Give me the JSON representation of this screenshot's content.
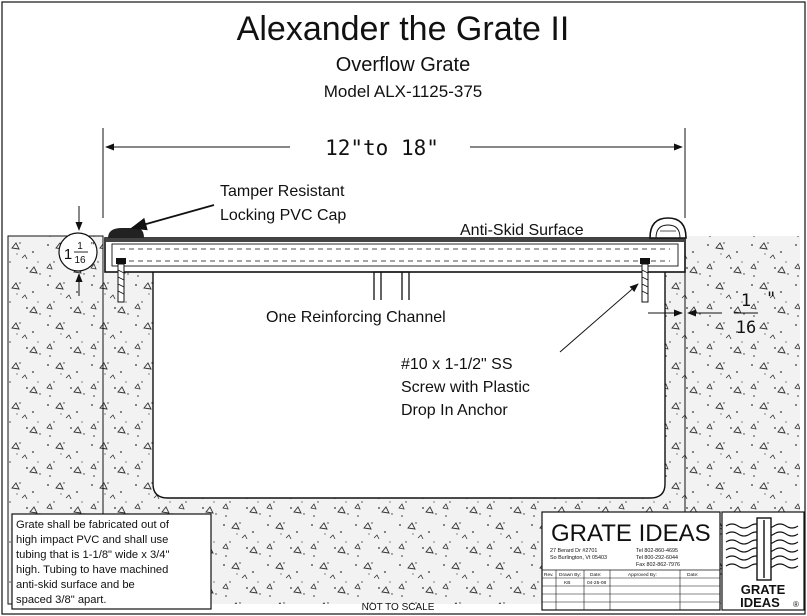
{
  "title": "Alexander the Grate II",
  "subtitle": "Overflow Grate",
  "model": "Model ALX-1125-375",
  "dimensions": {
    "width_range": "12\"to 18\"",
    "left_gap": {
      "whole": "1",
      "numerator": "1",
      "denominator": "16",
      "unit": "\""
    },
    "right_gap": {
      "numerator": "1",
      "denominator": "16",
      "unit": "\""
    }
  },
  "callouts": {
    "cap_line1": "Tamper Resistant",
    "cap_line2": "Locking PVC Cap",
    "surface": "Anti-Skid Surface",
    "channel": "One Reinforcing Channel",
    "screw_line1": "#10 x 1-1/2\" SS",
    "screw_line2": "Screw with Plastic",
    "screw_line3": "Drop In Anchor"
  },
  "spec_note": [
    "Grate shall be fabricated out of",
    "high impact PVC and shall use",
    "tubing that is 1-1/8\" wide x 3/4\"",
    "high. Tubing to have machined",
    "anti-skid surface and be",
    "spaced 3/8\" apart."
  ],
  "scale_note": "NOT TO SCALE",
  "title_block": {
    "company": "GRATE IDEAS",
    "address1": "27 Berard Dr #2701",
    "address2": "So Burlington, Vt 05403",
    "phone1": "Tel 802-860-4695",
    "phone2": "Tel 800-292-6044",
    "fax": "Fax 802-862-7976",
    "rev_label": "Rev.",
    "drawn_label": "Drawn By:",
    "date_label": "Date:",
    "approved_label": "Approved By:",
    "date2_label": "Date:",
    "drawn_value": "KB",
    "date_value": "04-25-08"
  },
  "logo_text_line1": "GRATE",
  "logo_text_line2": "IDEAS",
  "logo_reg": "®"
}
